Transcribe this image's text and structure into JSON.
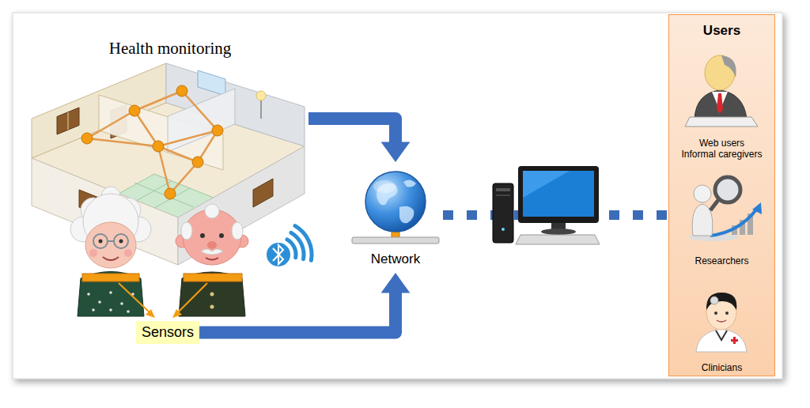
{
  "diagram": {
    "nodes": [
      {
        "text": [
          "Health monitoring"
        ]
      },
      {
        "text": [
          "Sensors"
        ]
      },
      {
        "text": [
          "Network"
        ]
      },
      {
        "text": [
          "Users"
        ]
      },
      {
        "text": [
          "Web users Informal caregivers"
        ],
        "in": 3
      },
      {
        "text": [
          "Researchers"
        ],
        "in": 3
      },
      {
        "text": [
          "Clinicians"
        ],
        "in": 3
      }
    ],
    "edges": [
      {
        "from": 0,
        "to": 2,
        "arrow": "to"
      },
      {
        "from": 1,
        "to": 2,
        "arrow": "to"
      },
      {
        "from": 2,
        "to": 3,
        "arrow": "none"
      }
    ]
  }
}
